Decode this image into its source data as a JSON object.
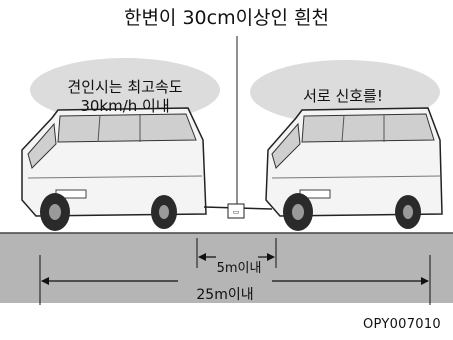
{
  "title": "한변이 30cm이상인 흰천",
  "left_bubble": {
    "line1": "견인시는 최고속도",
    "line2": "30km/h 이내"
  },
  "right_bubble": {
    "text": "서로 신호를!"
  },
  "gap_distance_label": "5m이내",
  "total_distance_label": "25m이내",
  "figure_code": "OPY007010",
  "colors": {
    "bubble": "#dcdcdc",
    "road": "#b5b5b5",
    "bus_body": "#f4f4f4",
    "outline": "#222222"
  }
}
